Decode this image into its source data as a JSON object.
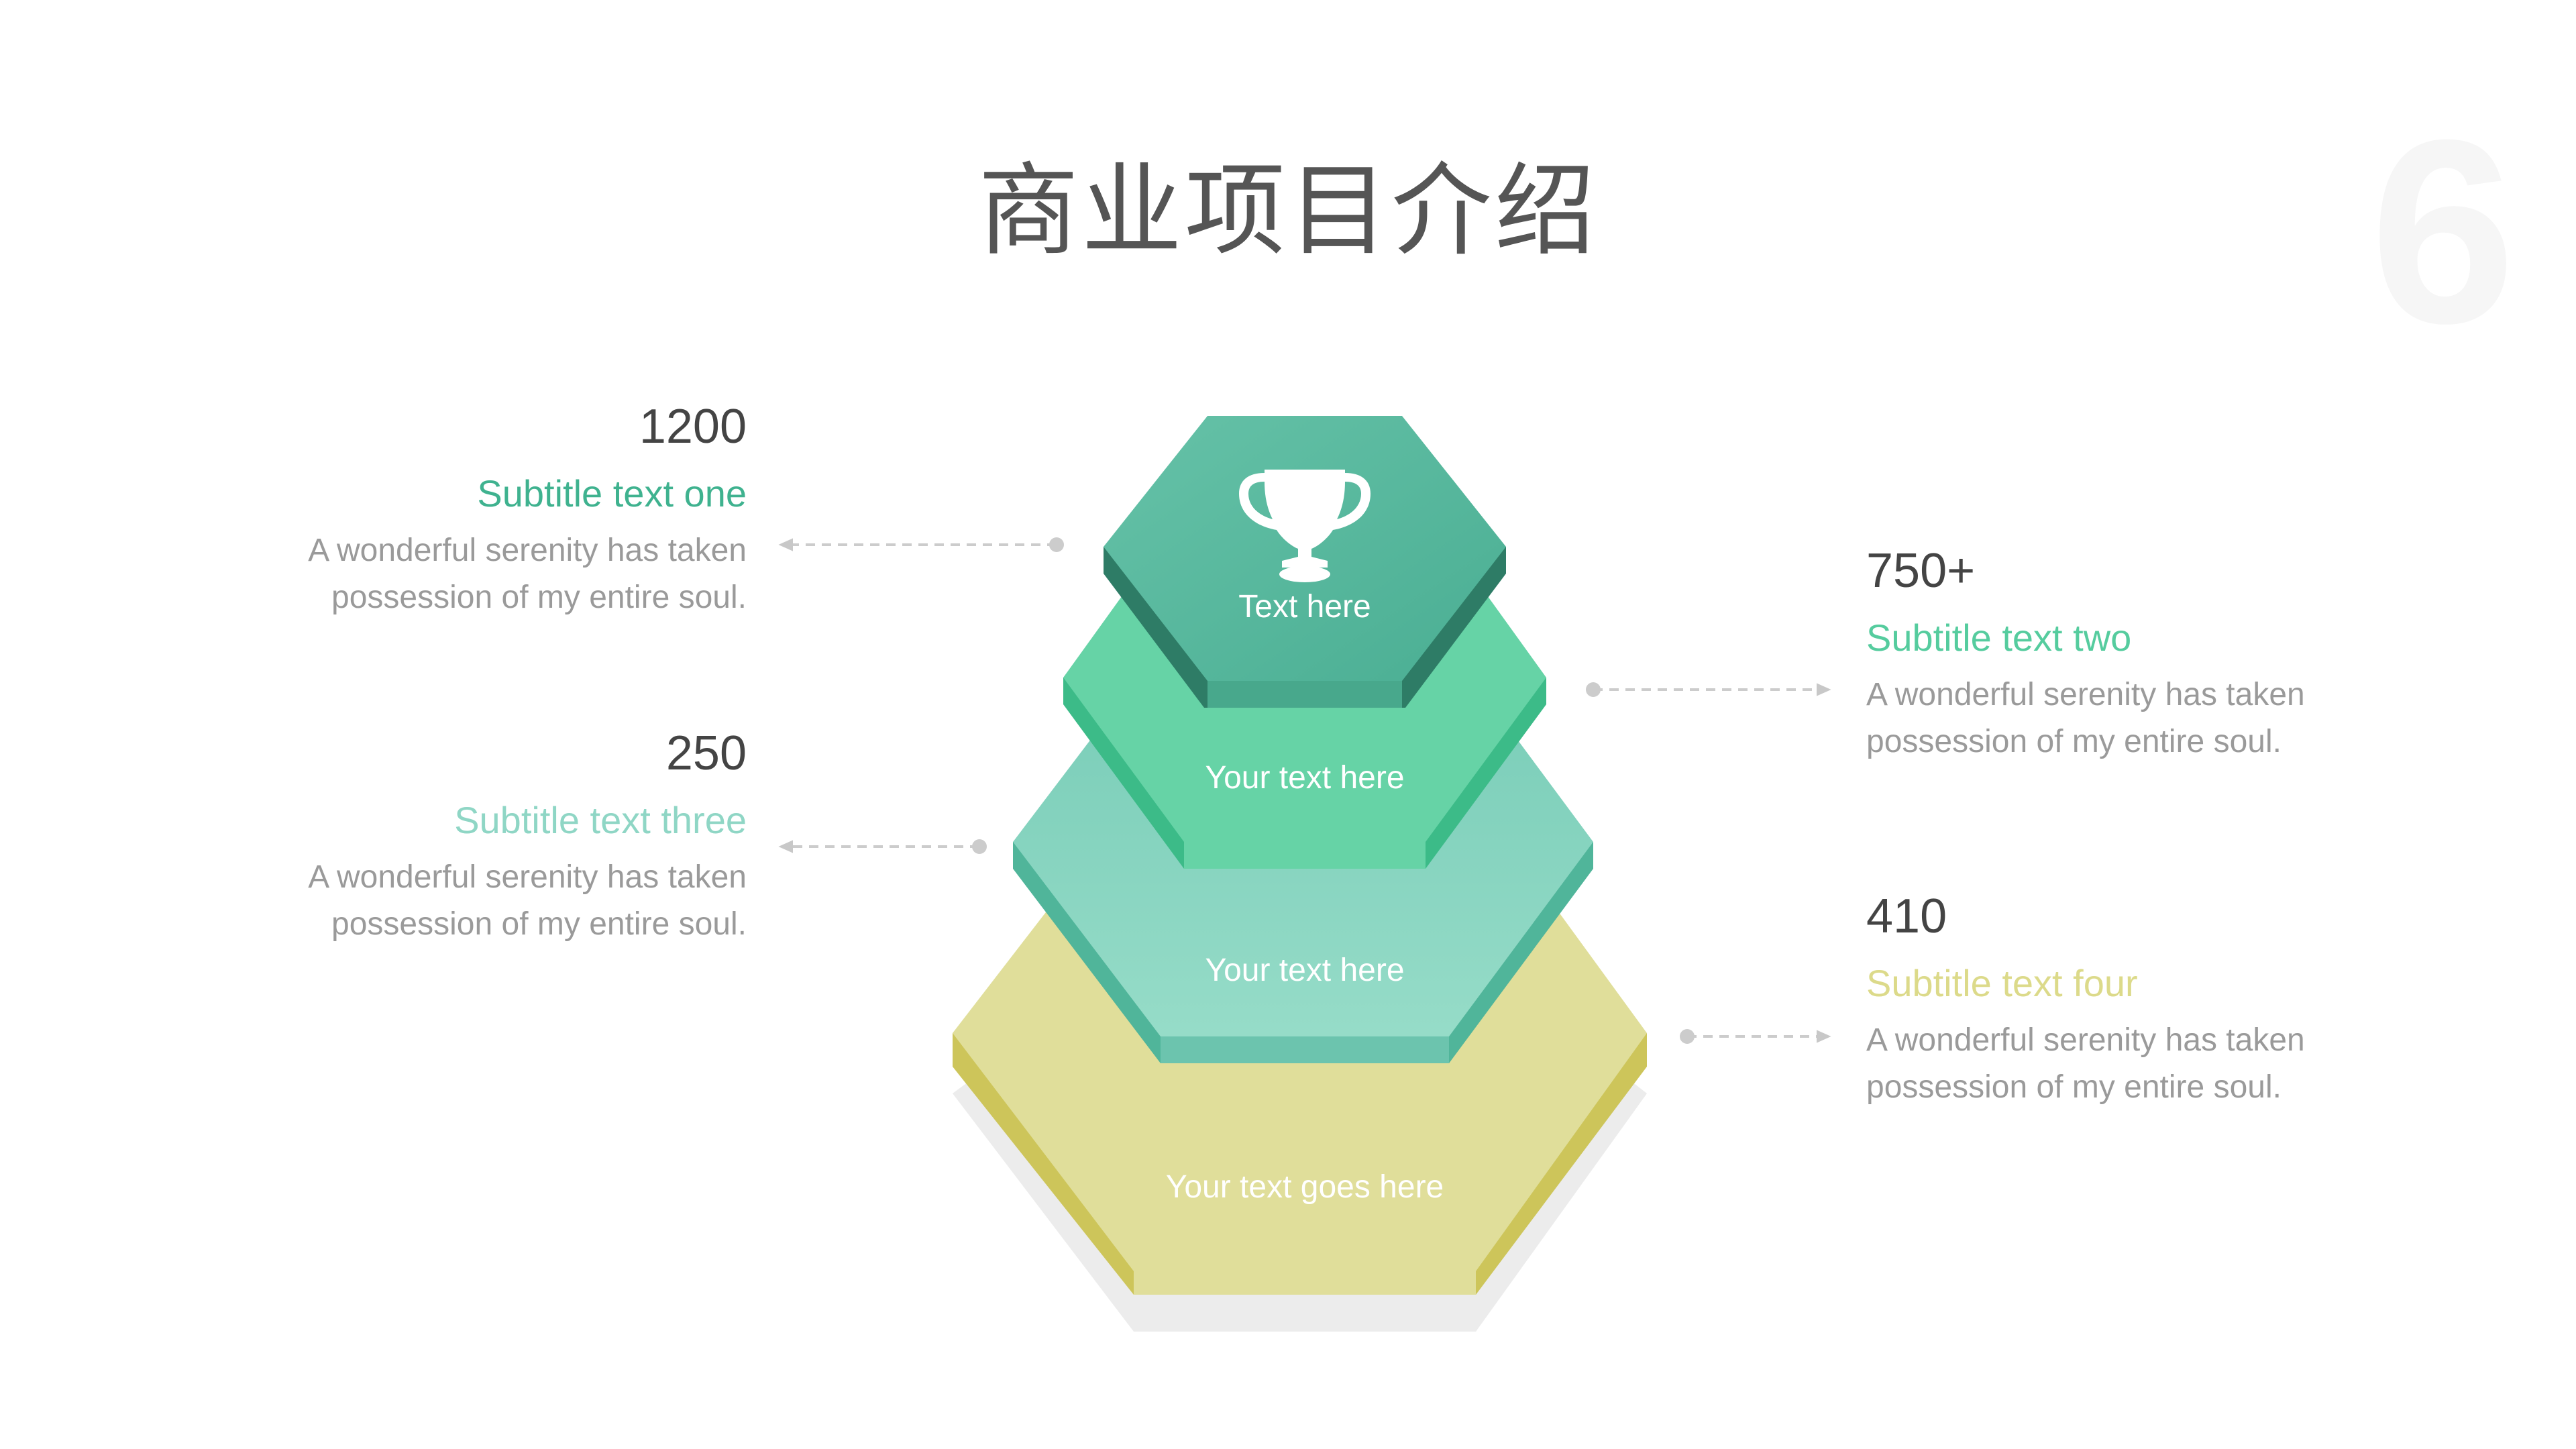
{
  "page_number": "6",
  "title": "商业项目介绍",
  "colors": {
    "tier1": "#52b59a",
    "tier2": "#66d3a6",
    "tier3": "#7dd0bd",
    "tier4": "#e0de9a",
    "subtitle_one": "#3fb28f",
    "subtitle_two": "#55cc9e",
    "subtitle_three": "#8fd6c5",
    "subtitle_four": "#dcda8a"
  },
  "pyramid": {
    "tier1": {
      "label": "Text here",
      "icon": "trophy-icon"
    },
    "tier2": {
      "label": "Your text here"
    },
    "tier3": {
      "label": "Your text here"
    },
    "tier4": {
      "label": "Your text goes here"
    }
  },
  "items": {
    "one": {
      "number": "1200",
      "subtitle": "Subtitle text one",
      "desc_line1": "A wonderful serenity has taken",
      "desc_line2": "possession of my entire soul."
    },
    "two": {
      "number": "750+",
      "subtitle": "Subtitle text two",
      "desc_line1": "A wonderful serenity has taken",
      "desc_line2": "possession of my entire soul."
    },
    "three": {
      "number": "250",
      "subtitle": "Subtitle text three",
      "desc_line1": "A wonderful serenity has taken",
      "desc_line2": "possession of my entire soul."
    },
    "four": {
      "number": "410",
      "subtitle": "Subtitle text four",
      "desc_line1": "A wonderful serenity has taken",
      "desc_line2": "possession of my entire soul."
    }
  }
}
